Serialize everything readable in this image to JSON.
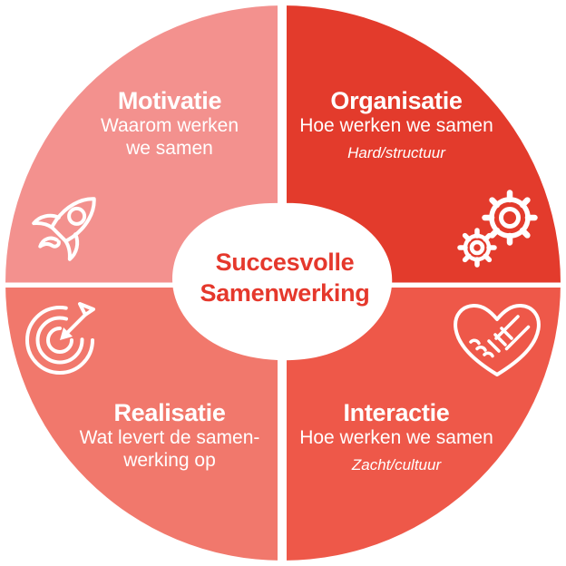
{
  "diagram": {
    "center": {
      "lines": [
        "Succesvolle",
        "Samenwerking"
      ],
      "text_color": "#e5382c",
      "background": "#ffffff"
    },
    "icon_color": "#ffffff",
    "quadrants": [
      {
        "name": "Motivatie",
        "position": "top-left",
        "color": "#f3918e",
        "title": "Motivatie",
        "subtitle_lines": [
          "Waarom werken",
          "we samen"
        ],
        "icon": "rocket"
      },
      {
        "name": "Organisatie",
        "position": "top-right",
        "color": "#e33b2c",
        "title": "Organisatie",
        "subtitle_lines": [
          "Hoe werken we samen"
        ],
        "note": "Hard/structuur",
        "icon": "gears"
      },
      {
        "name": "Realisatie",
        "position": "bottom-left",
        "color": "#f1786c",
        "title": "Realisatie",
        "subtitle_lines": [
          "Wat levert de samen-",
          "werking op"
        ],
        "icon": "target-arrow"
      },
      {
        "name": "Interactie",
        "position": "bottom-right",
        "color": "#ee5849",
        "title": "Interactie",
        "subtitle_lines": [
          "Hoe werken we samen"
        ],
        "note": "Zacht/cultuur",
        "icon": "heart-handshake"
      }
    ]
  }
}
